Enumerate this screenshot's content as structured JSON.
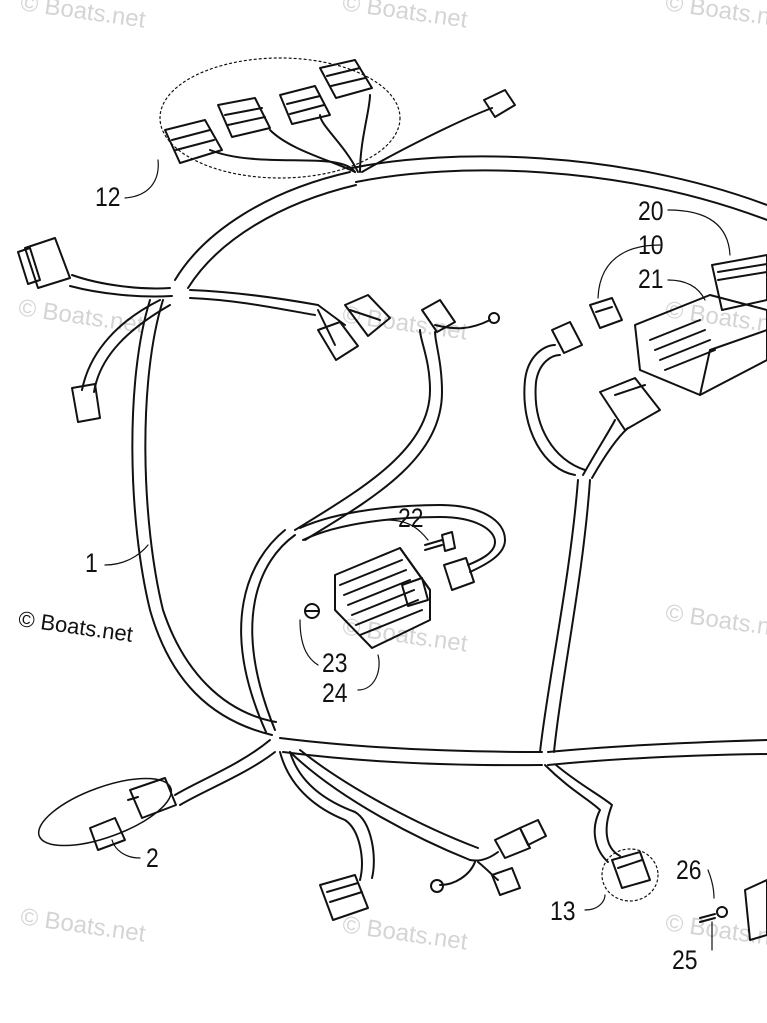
{
  "watermark": "© Boats.net",
  "copyright": "© Boats.net",
  "callouts": [
    "1",
    "2",
    "10",
    "12",
    "13",
    "20",
    "21",
    "22",
    "23",
    "24",
    "25",
    "26"
  ],
  "colors": {
    "line": "#111111",
    "watermark": "#d4d4d4",
    "background": "#ffffff"
  }
}
